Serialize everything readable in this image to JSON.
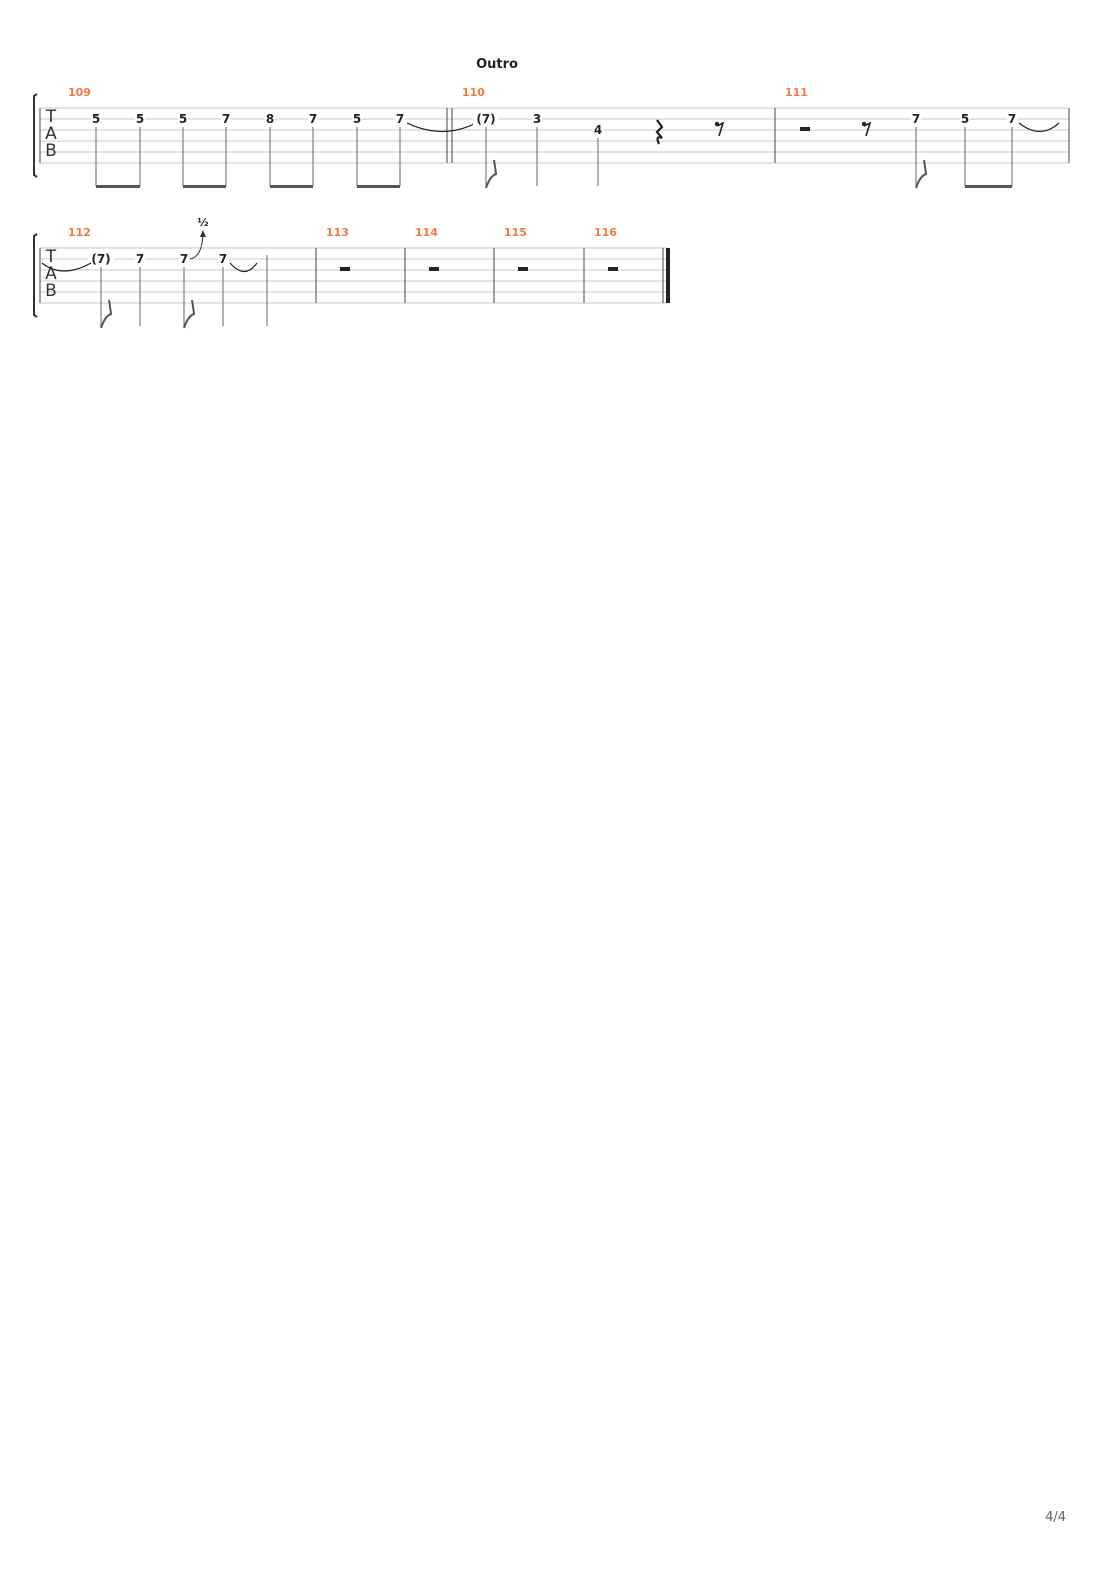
{
  "section_title": "Outro",
  "page_number": "4/4",
  "colors": {
    "bar_number": "#f07a3f",
    "staff_line": "#c8c8c8",
    "ink": "#222222",
    "stem": "#666666"
  },
  "tab_letters": [
    "T",
    "A",
    "B"
  ],
  "bend_label": "½",
  "measures": [
    {
      "number": "109",
      "notes": [
        {
          "fret": "5",
          "string": 1,
          "beam": "start"
        },
        {
          "fret": "5",
          "string": 1,
          "beam": "end"
        },
        {
          "fret": "5",
          "string": 1,
          "beam": "start"
        },
        {
          "fret": "7",
          "string": 1,
          "beam": "end"
        },
        {
          "fret": "8",
          "string": 1,
          "beam": "start"
        },
        {
          "fret": "7",
          "string": 1,
          "beam": "end"
        },
        {
          "fret": "5",
          "string": 1,
          "beam": "start"
        },
        {
          "fret": "7",
          "string": 1,
          "beam": "end",
          "tie_out": true
        }
      ]
    },
    {
      "number": "110",
      "notes": [
        {
          "fret": "(7)",
          "string": 1,
          "flag": true
        },
        {
          "fret": "3",
          "string": 1
        },
        {
          "fret": "4",
          "string": 2
        },
        {
          "rest": "quarter"
        },
        {
          "rest": "eighth"
        }
      ]
    },
    {
      "number": "111",
      "notes": [
        {
          "rest": "half"
        },
        {
          "rest": "eighth"
        },
        {
          "fret": "7",
          "string": 1,
          "flag": true
        },
        {
          "fret": "5",
          "string": 1,
          "beam": "start"
        },
        {
          "fret": "7",
          "string": 1,
          "beam": "end",
          "tie_out": true
        }
      ]
    },
    {
      "number": "112",
      "notes": [
        {
          "fret": "(7)",
          "string": 1,
          "flag": true
        },
        {
          "fret": "7",
          "string": 1
        },
        {
          "fret": "7",
          "string": 1,
          "flag": true,
          "bend": "½"
        },
        {
          "fret": "7",
          "string": 1,
          "tie_out": true
        },
        {
          "fret": "",
          "string": 1
        }
      ]
    },
    {
      "number": "113",
      "notes": [
        {
          "rest": "whole"
        }
      ]
    },
    {
      "number": "114",
      "notes": [
        {
          "rest": "whole"
        }
      ]
    },
    {
      "number": "115",
      "notes": [
        {
          "rest": "whole"
        }
      ]
    },
    {
      "number": "116",
      "notes": [
        {
          "rest": "whole"
        }
      ]
    }
  ]
}
